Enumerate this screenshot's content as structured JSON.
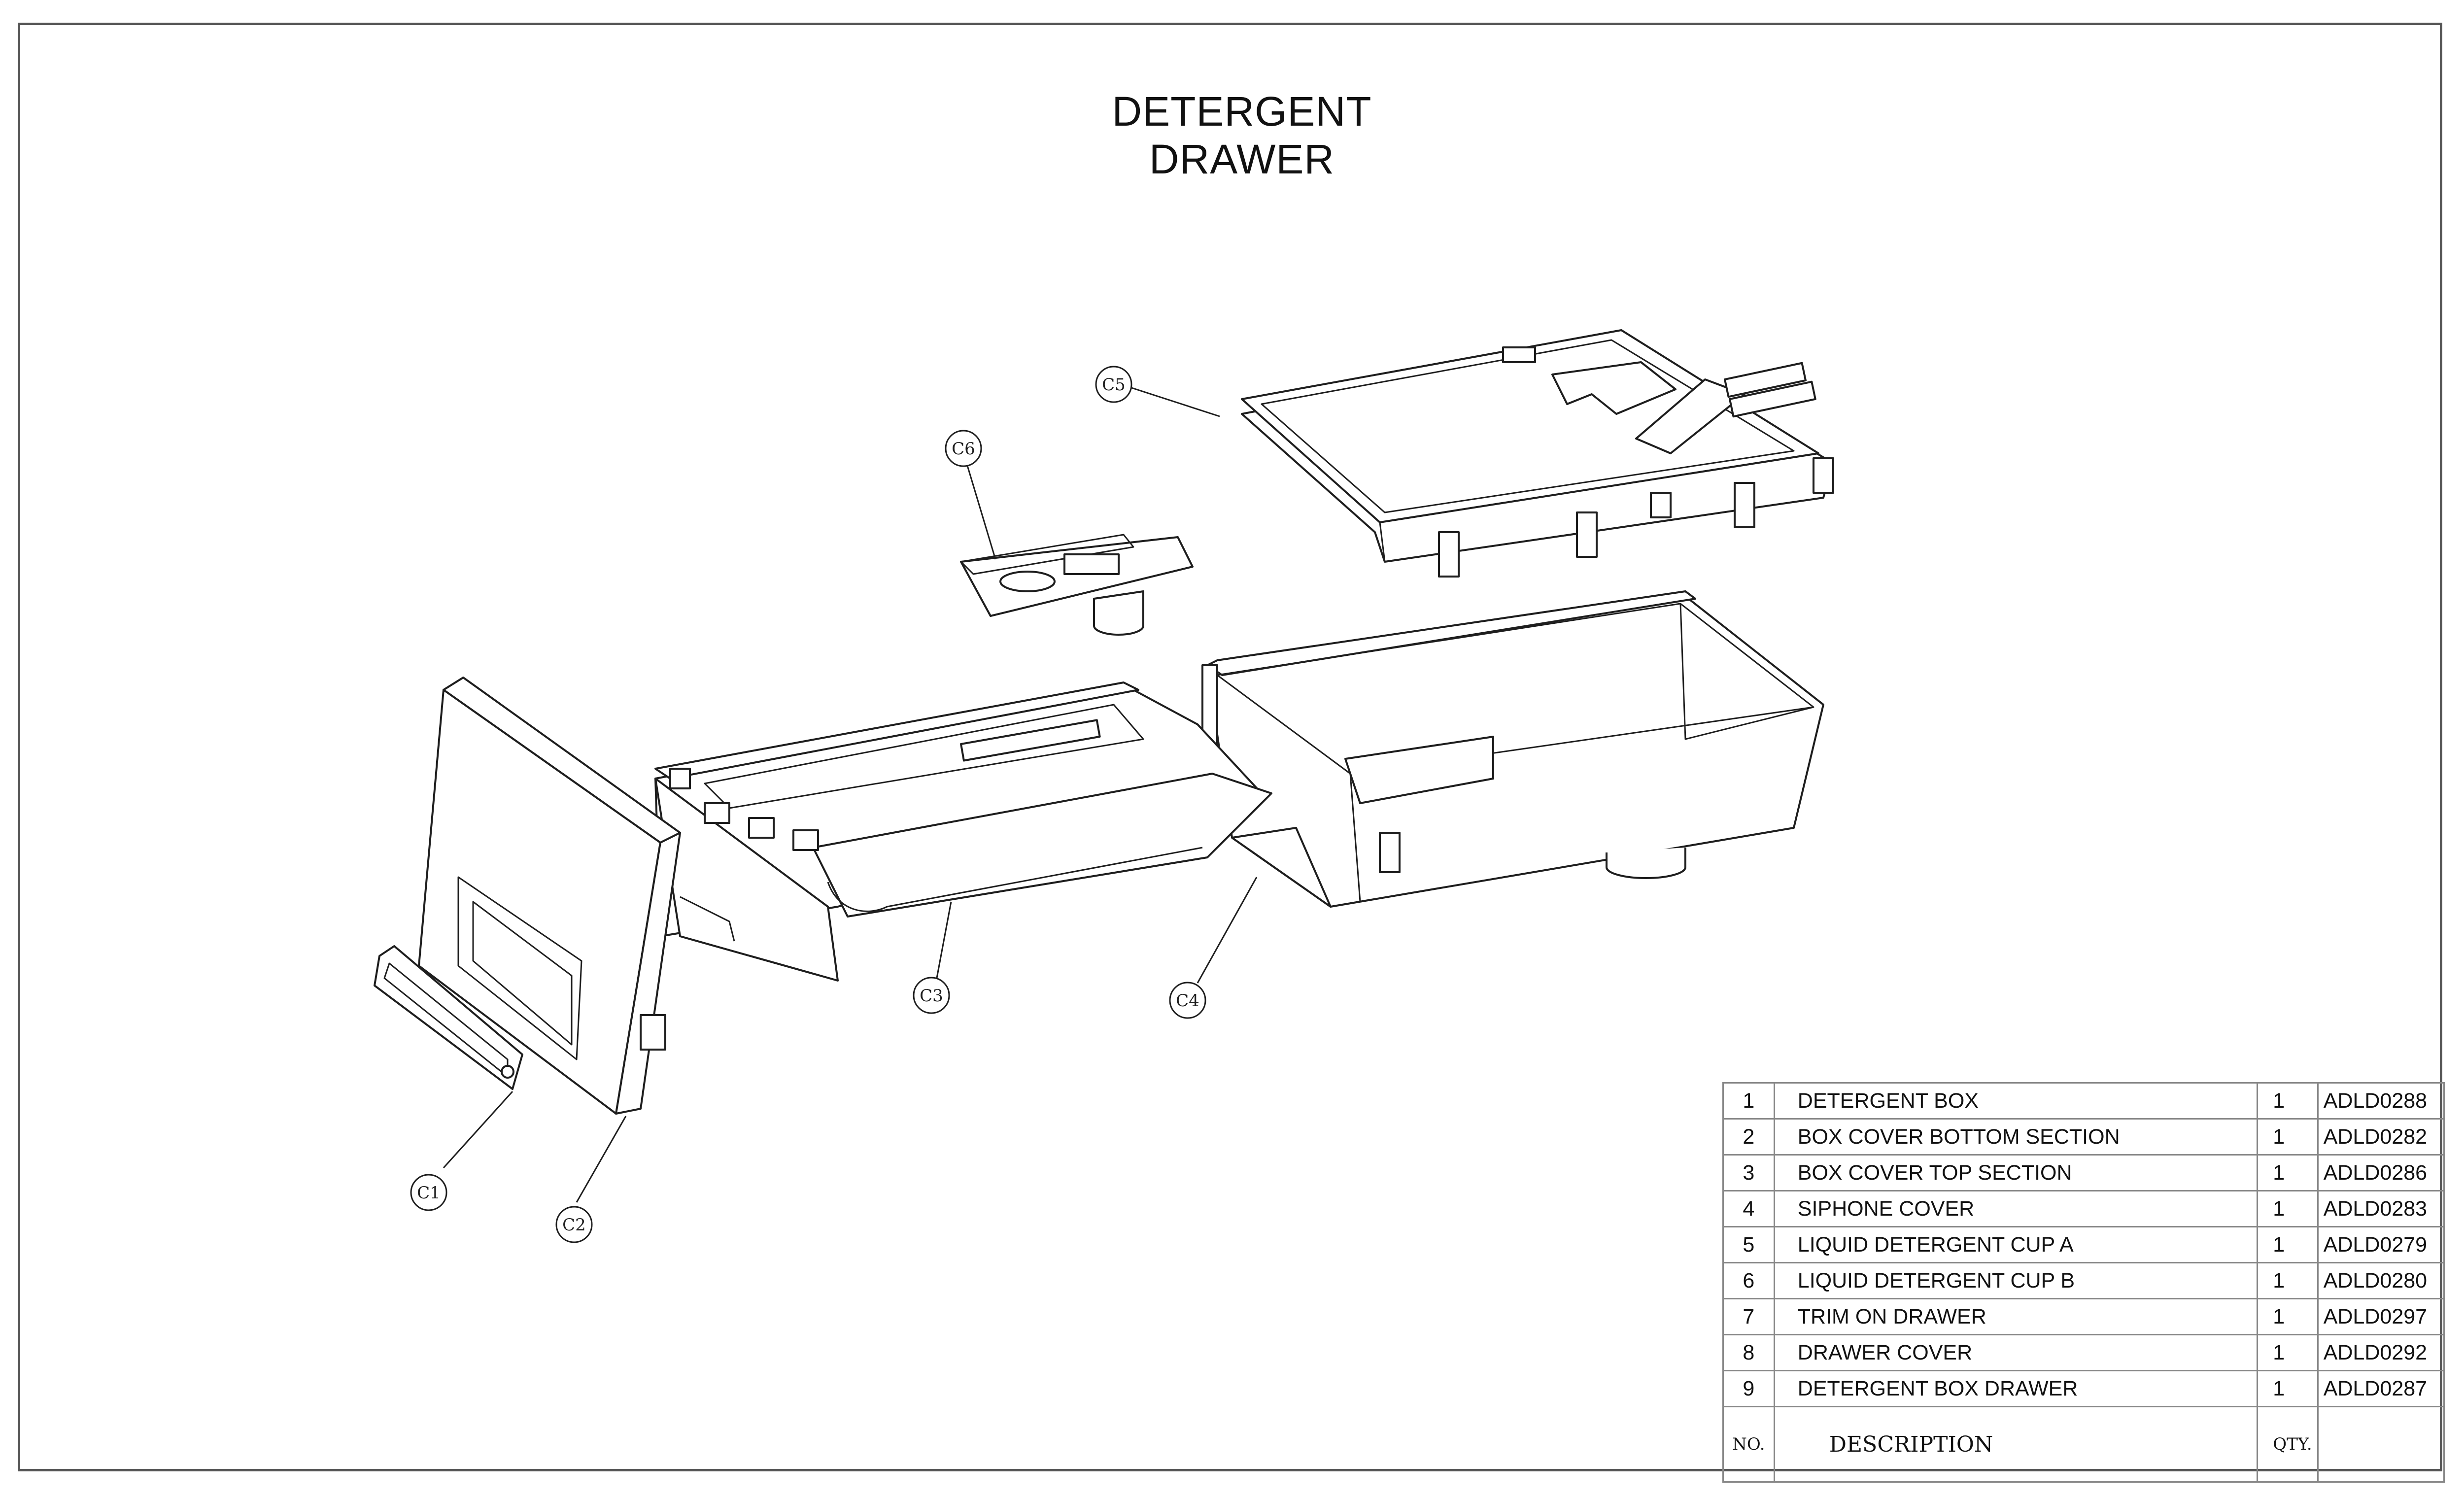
{
  "title": "DETERGENT DRAWER",
  "callouts": [
    "C1",
    "C2",
    "C3",
    "C4",
    "C5",
    "C6"
  ],
  "parts_table": {
    "headers": {
      "no": "NO.",
      "description": "DESCRIPTION",
      "qty": "QTY.",
      "code": ""
    },
    "rows": [
      {
        "no": "1",
        "description": "DETERGENT BOX",
        "qty": "1",
        "code": "ADLD0288"
      },
      {
        "no": "2",
        "description": "BOX COVER BOTTOM SECTION",
        "qty": "1",
        "code": "ADLD0282"
      },
      {
        "no": "3",
        "description": "BOX COVER TOP SECTION",
        "qty": "1",
        "code": "ADLD0286"
      },
      {
        "no": "4",
        "description": "SIPHONE COVER",
        "qty": "1",
        "code": "ADLD0283"
      },
      {
        "no": "5",
        "description": "LIQUID DETERGENT CUP A",
        "qty": "1",
        "code": "ADLD0279"
      },
      {
        "no": "6",
        "description": "LIQUID DETERGENT CUP B",
        "qty": "1",
        "code": "ADLD0280"
      },
      {
        "no": "7",
        "description": "TRIM ON DRAWER",
        "qty": "1",
        "code": "ADLD0297"
      },
      {
        "no": "8",
        "description": "DRAWER COVER",
        "qty": "1",
        "code": "ADLD0292"
      },
      {
        "no": "9",
        "description": "DETERGENT BOX DRAWER",
        "qty": "1",
        "code": "ADLD0287"
      }
    ]
  }
}
